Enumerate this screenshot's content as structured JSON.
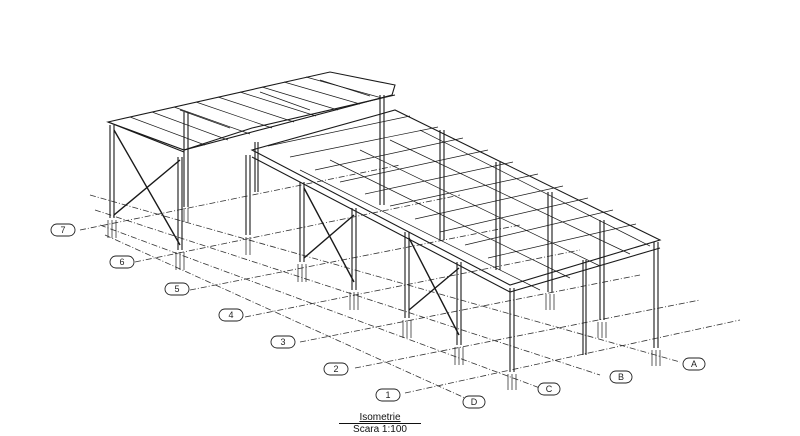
{
  "caption": {
    "title": "Isometrie",
    "scale": "Scara 1:100"
  },
  "grid_lines": {
    "numeric": [
      "7",
      "6",
      "5",
      "4",
      "3",
      "2",
      "1"
    ],
    "letters": [
      "A",
      "B",
      "C",
      "D"
    ]
  },
  "colors": {
    "line": "#1a1a1a",
    "background": "#ffffff"
  }
}
